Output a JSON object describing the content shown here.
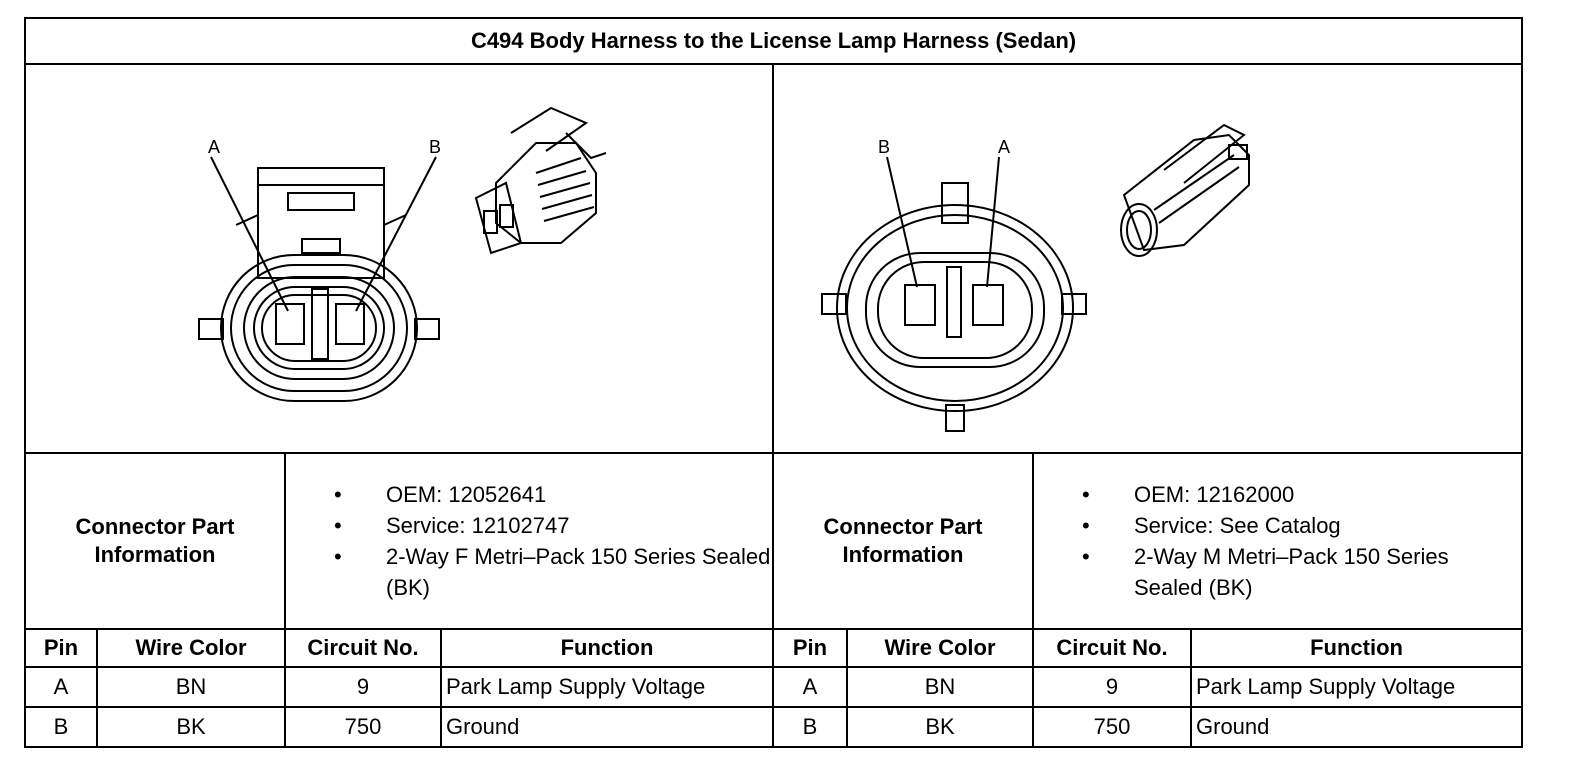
{
  "title": "C494 Body Harness to the License Lamp Harness (Sedan)",
  "left": {
    "diagram": {
      "pin_labels": [
        "A",
        "B"
      ]
    },
    "cpi_label": "Connector Part Information",
    "cpi_items": [
      "OEM: 12052641",
      "Service: 12102747",
      "2-Way F Metri–Pack 150 Series Sealed (BK)"
    ],
    "table": {
      "headers": [
        "Pin",
        "Wire Color",
        "Circuit No.",
        "Function"
      ],
      "rows": [
        [
          "A",
          "BN",
          "9",
          "Park Lamp Supply Voltage"
        ],
        [
          "B",
          "BK",
          "750",
          "Ground"
        ]
      ]
    }
  },
  "right": {
    "diagram": {
      "pin_labels": [
        "B",
        "A"
      ]
    },
    "cpi_label": "Connector Part Information",
    "cpi_items": [
      "OEM: 12162000",
      "Service: See Catalog",
      "2-Way M Metri–Pack 150 Series Sealed (BK)"
    ],
    "table": {
      "headers": [
        "Pin",
        "Wire Color",
        "Circuit No.",
        "Function"
      ],
      "rows": [
        [
          "A",
          "BN",
          "9",
          "Park Lamp Supply Voltage"
        ],
        [
          "B",
          "BK",
          "750",
          "Ground"
        ]
      ]
    }
  }
}
